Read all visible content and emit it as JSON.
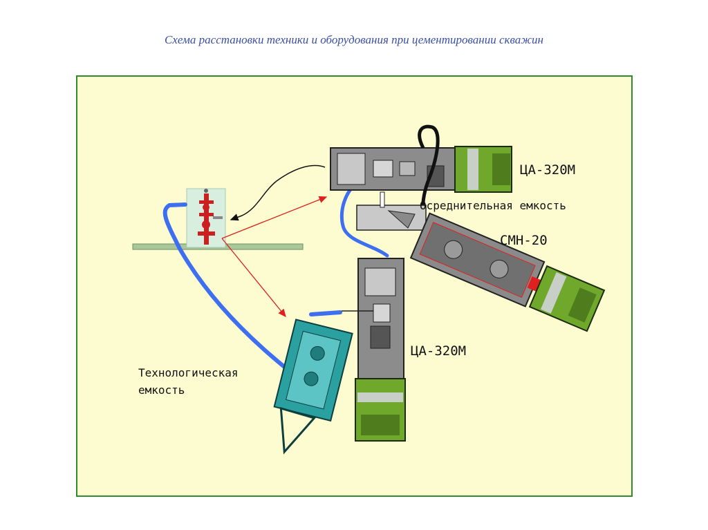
{
  "title": "Схема расстановки техники и оборудования при цементировании скважин",
  "labels": {
    "pump_unit_top": "ЦА-320М",
    "averaging_tank": "Осреднительная емкость",
    "mixer": "СМН-20",
    "pump_unit_bottom": "ЦА-320М",
    "tech_tank_line1": "Технологическая",
    "tech_tank_line2": "емкость"
  },
  "colors": {
    "frame_bg": "#fcfcd0",
    "frame_border": "#2f8a2f",
    "hose_blue": "#3e6ff0",
    "signal_red": "#e02020",
    "truck_green": "#6fa82a",
    "tank_teal": "#2aa0a0",
    "title_blue": "#3a4ea8"
  }
}
